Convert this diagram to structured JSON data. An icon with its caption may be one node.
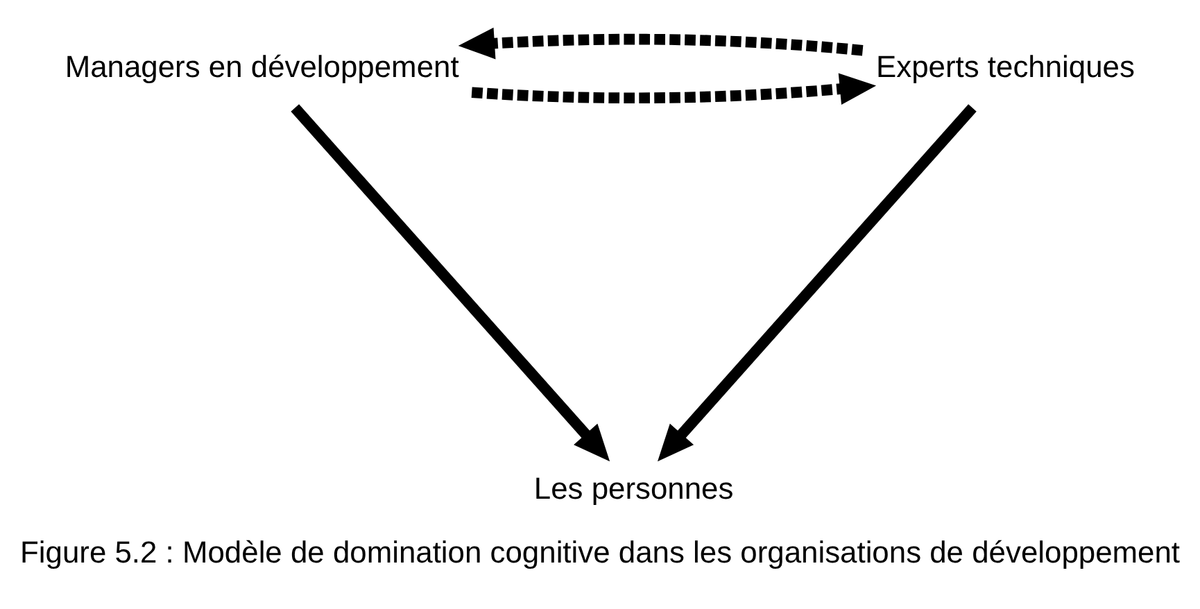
{
  "diagram": {
    "caption": "Figure 5.2 : Modèle de domination cognitive dans les organisations de développement",
    "nodes": [
      {
        "text": [
          "Managers en développement"
        ]
      },
      {
        "text": [
          "Experts techniques"
        ]
      },
      {
        "text": [
          "Les personnes"
        ]
      }
    ],
    "edges": [
      {
        "from": 0,
        "to": 1,
        "arrow": "to",
        "style": "dashed"
      },
      {
        "from": 1,
        "to": 0,
        "arrow": "to",
        "style": "dashed"
      },
      {
        "from": 0,
        "to": 2,
        "arrow": "to"
      },
      {
        "from": 1,
        "to": 2,
        "arrow": "to"
      }
    ]
  }
}
